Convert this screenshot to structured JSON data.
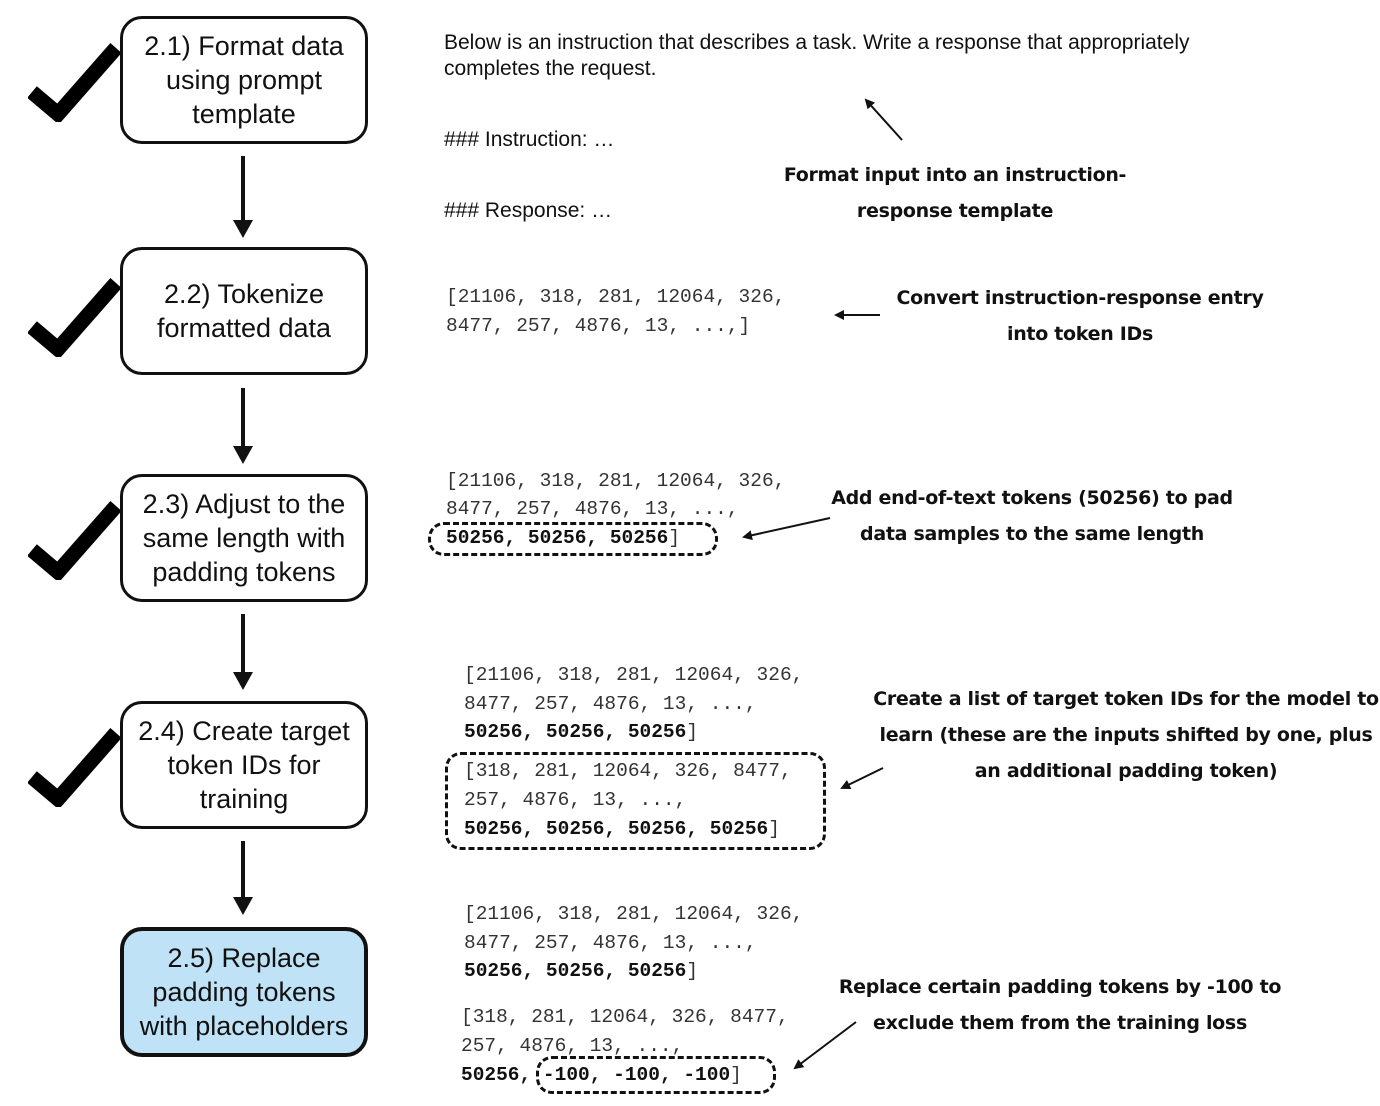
{
  "steps": [
    {
      "label": "2.1) Format data\nusing prompt\ntemplate",
      "completed": true
    },
    {
      "label": "2.2) Tokenize\nformatted data",
      "completed": true
    },
    {
      "label": "2.3) Adjust to the\nsame length with\npadding tokens",
      "completed": true
    },
    {
      "label": "2.4) Create target\ntoken IDs for\ntraining",
      "completed": true
    },
    {
      "label": "2.5) Replace\npadding tokens\nwith placeholders",
      "completed": false,
      "highlight_color": "#bfe2f6"
    }
  ],
  "template": {
    "intro": "Below is an instruction that describes a task. Write a response that appropriately\ncompletes the request.",
    "instruction": "### Instruction: …",
    "response": "### Response: …"
  },
  "tokens": {
    "s22_line1": "[21106, 318, 281, 12064, 326,",
    "s22_line2": "8477, 257, 4876, 13, ...,]",
    "s23_line1": "[21106, 318, 281, 12064, 326,",
    "s23_line2": "8477, 257, 4876, 13, ...,",
    "s23_pad": "50256, 50256, 50256",
    "s23_close": "]",
    "s24_in_line1": "[21106, 318, 281, 12064, 326,",
    "s24_in_line2": "8477, 257, 4876, 13, ...,",
    "s24_in_pad": "50256, 50256, 50256",
    "s24_in_close": "]",
    "s24_tg_line1": "[318, 281, 12064, 326, 8477,",
    "s24_tg_line2": "257, 4876, 13, ...,",
    "s24_tg_pad": "50256, 50256, 50256, 50256",
    "s24_tg_close": "]",
    "s25_in_line1": "[21106, 318, 281, 12064, 326,",
    "s25_in_line2": "8477, 257, 4876, 13, ...,",
    "s25_in_pad": "50256, 50256, 50256",
    "s25_in_close": "]",
    "s25_tg_line1": "[318, 281, 12064, 326, 8477,",
    "s25_tg_line2": "257, 4876, 13, ...,",
    "s25_tg_pad_keep": "50256,",
    "s25_tg_placeholders": "-100, -100, -100",
    "s25_tg_close": "]"
  },
  "annotations": {
    "a21": "Format input into an instruction-\nresponse template",
    "a22": "Convert instruction-response entry\ninto token IDs",
    "a23": "Add end-of-text tokens (50256) to pad\ndata samples to the same length",
    "a24": "Create a list of target token IDs for the model to\nlearn (these are the inputs shifted by one, plus\nan additional padding token)",
    "a25": "Replace certain padding tokens by -100 to\nexclude them from the training loss"
  },
  "icons": {
    "checkmark": "check-icon"
  }
}
